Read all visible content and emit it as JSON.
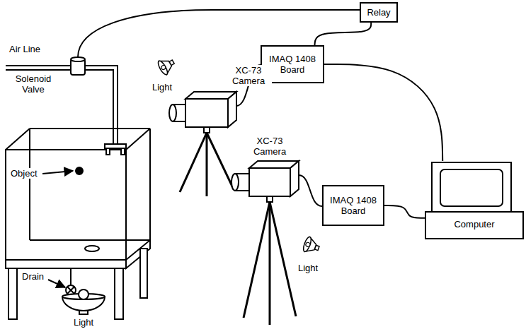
{
  "diagram": {
    "nodes": [
      {
        "text": [
          "Relay"
        ]
      },
      {
        "text": [
          "IMAQ 1408 Board"
        ]
      },
      {
        "text": [
          "IMAQ 1408 Board"
        ]
      },
      {
        "text": [
          "Computer"
        ]
      }
    ],
    "edges": [
      {
        "from": 0,
        "to": 1,
        "arrow": "none"
      },
      {
        "from": 1,
        "to": 3,
        "arrow": "none"
      },
      {
        "from": 2,
        "to": 3,
        "arrow": "none"
      }
    ],
    "labels": [
      "Air Line",
      "Solenoid Valve",
      "Object",
      "Drain",
      "Light",
      "Light",
      "XC-73 Camera",
      "XC-73 Camera",
      "Light"
    ]
  }
}
